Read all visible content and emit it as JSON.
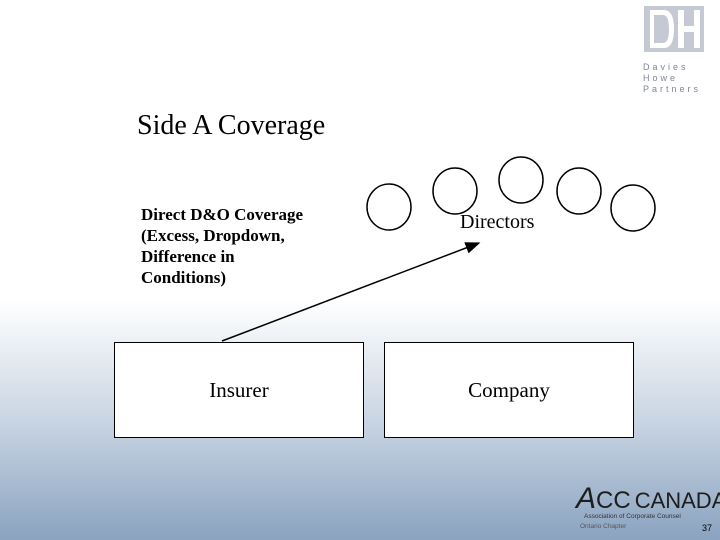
{
  "brand": {
    "firm_lines": [
      "Davies",
      "Howe",
      "Partners"
    ],
    "logo_color": "#b9bfcc",
    "acc_a": "A",
    "acc_cc": "CC",
    "acc_canada": "CANADA",
    "acc_subtitle": "Association of Corporate Counsel",
    "acc_chapter": "Ontario Chapter"
  },
  "slide": {
    "title": "Side A Coverage",
    "coverage_lines": [
      "Direct D&O Coverage",
      "(Excess, Dropdown,",
      "Difference in",
      "Conditions)"
    ],
    "directors_label": "Directors",
    "insurer_label": "Insurer",
    "company_label": "Company",
    "page_number": "37"
  }
}
